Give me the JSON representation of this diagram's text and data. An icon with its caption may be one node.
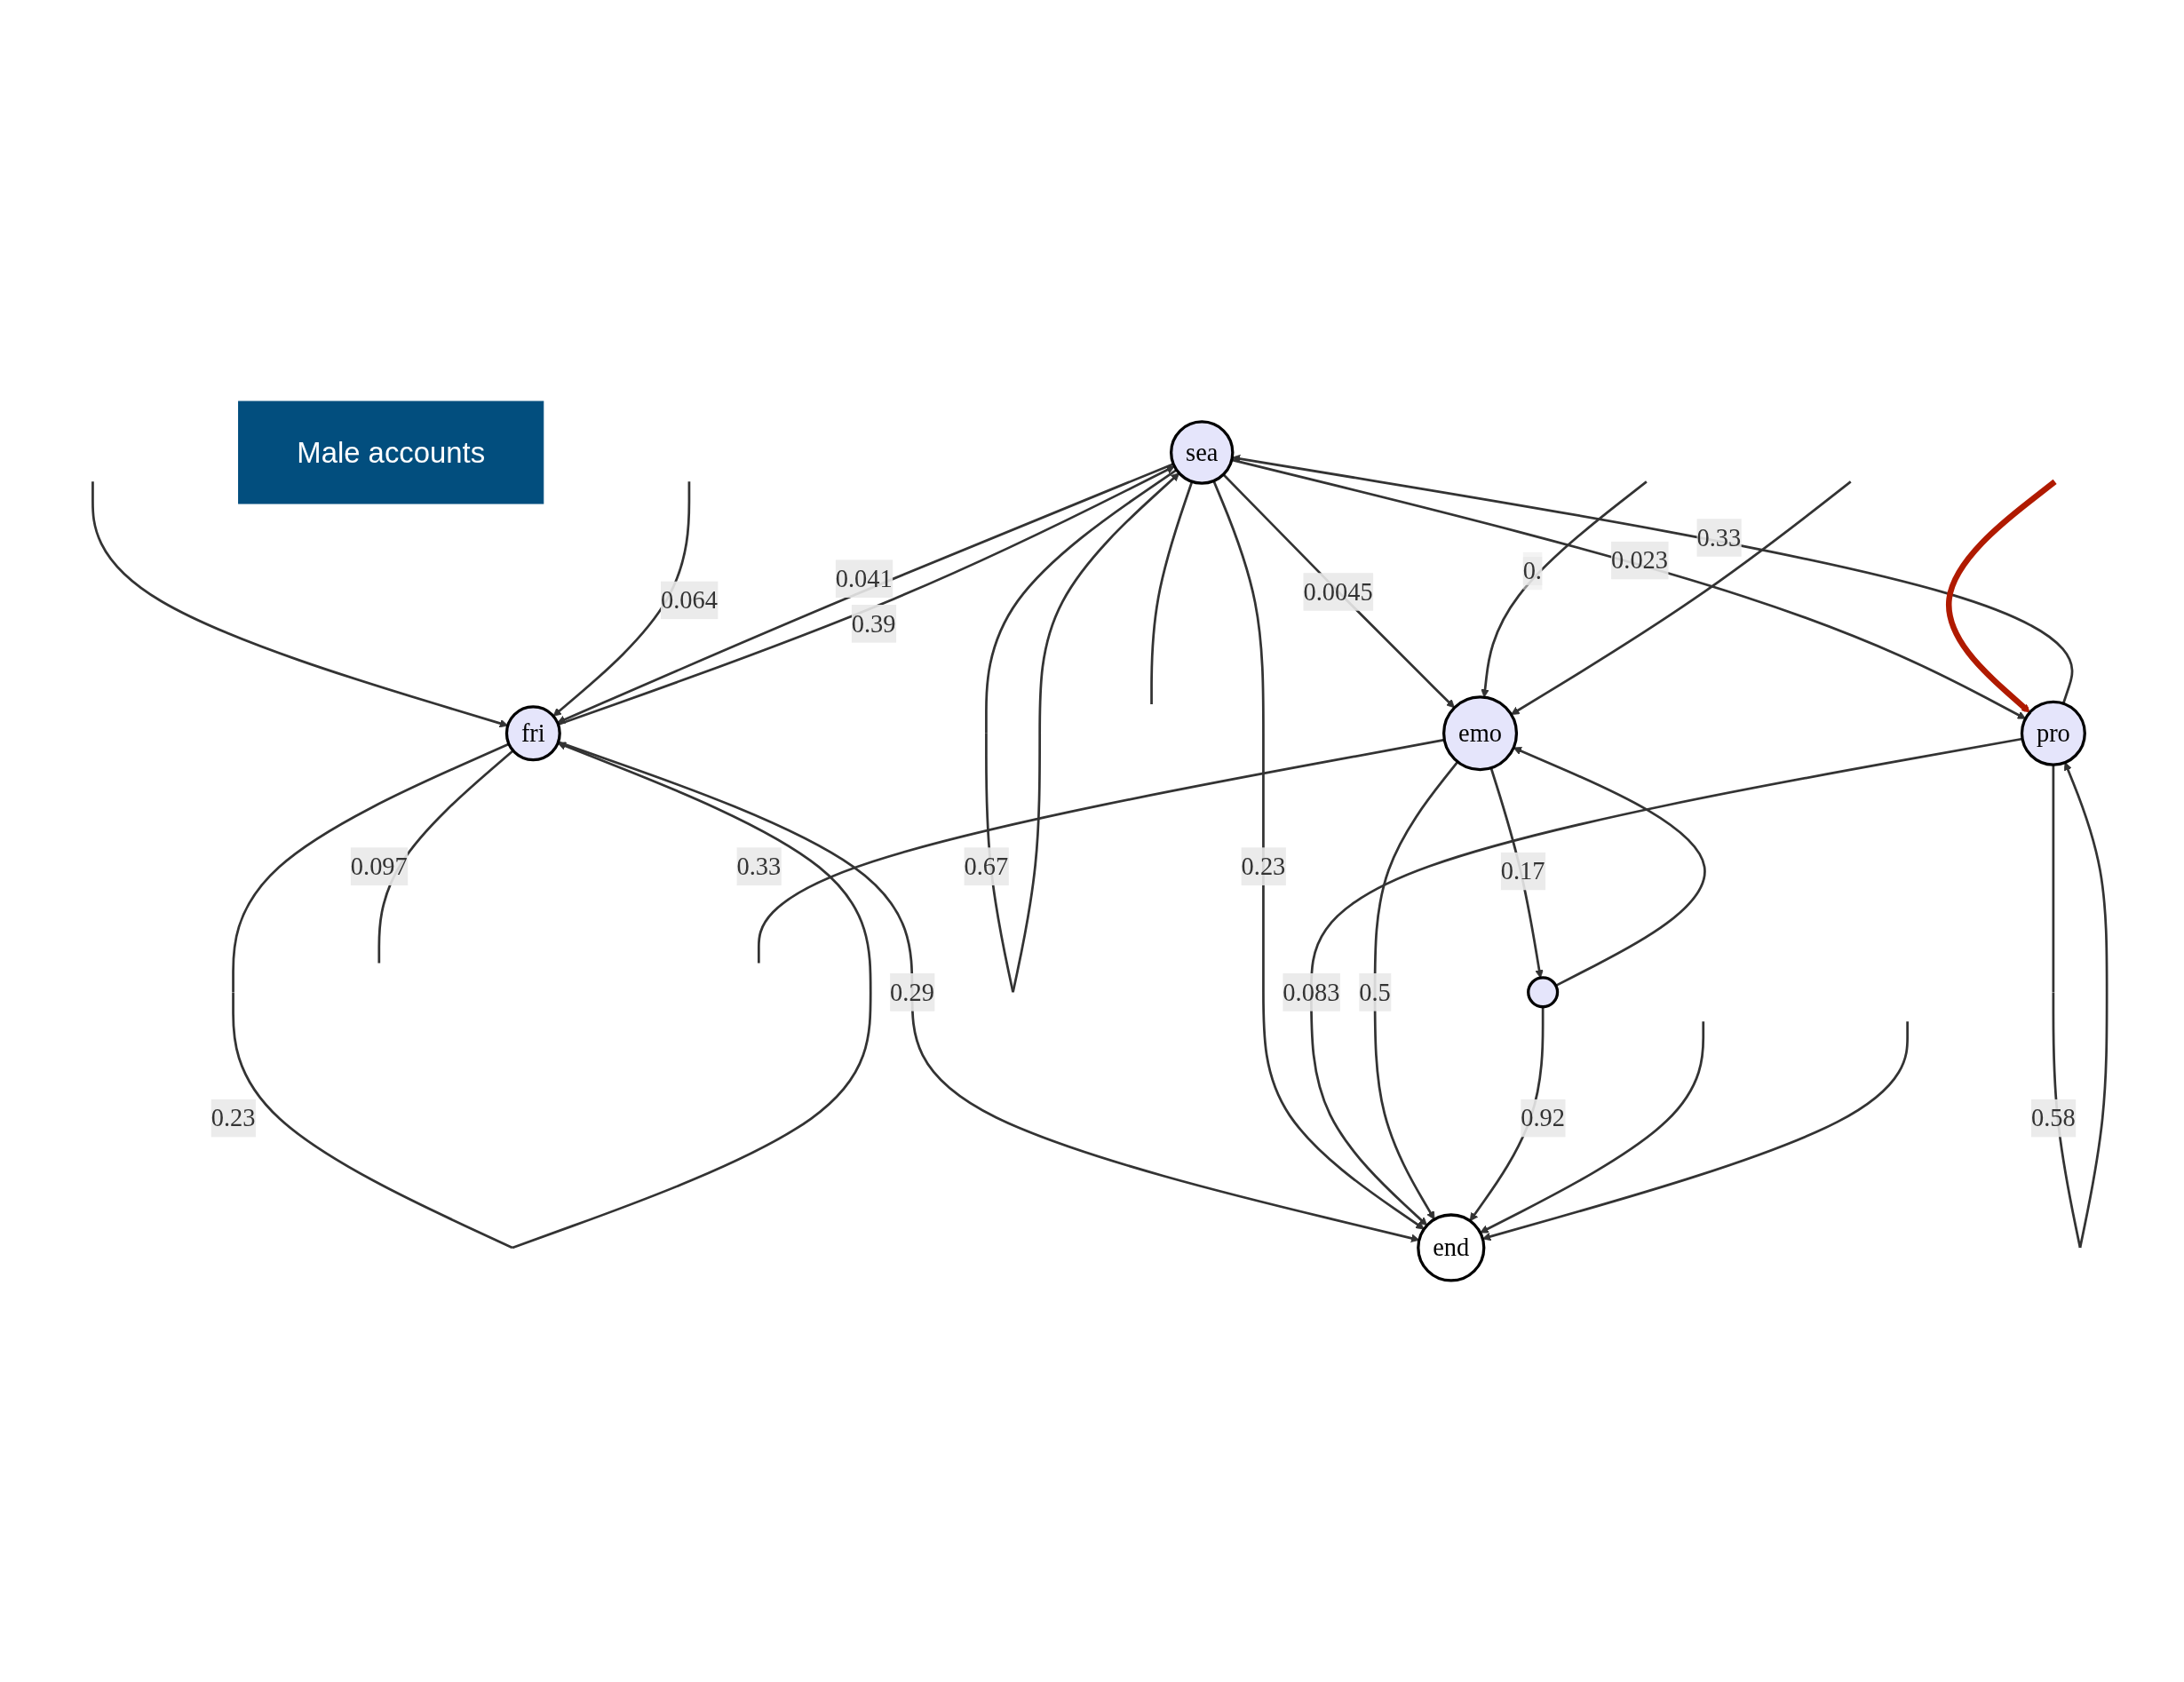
{
  "diagram": {
    "nodes": [
      {
        "text": [
          "sea"
        ]
      },
      {
        "text": [
          "fri"
        ]
      },
      {
        "text": [
          "pro"
        ]
      },
      {
        "text": [
          "emo"
        ]
      },
      {
        "text": [],
        "shape": "circle"
      },
      {
        "text": [
          "end"
        ]
      },
      {
        "text": [
          "Male accounts"
        ]
      }
    ],
    "edges": [
      {
        "from": null,
        "to": 1,
        "arrow": "to"
      },
      {
        "from": 1,
        "to": null,
        "arrow": "none",
        "label": "0.097"
      },
      {
        "from": null,
        "to": 1,
        "arrow": "to",
        "label": "0.064"
      },
      {
        "from": 0,
        "to": 1,
        "arrow": "to",
        "label": "0.041"
      },
      {
        "from": 1,
        "to": 0,
        "arrow": "to",
        "label": "0.39"
      },
      {
        "from": 0,
        "to": 0,
        "arrow": "to",
        "label": "0.67"
      },
      {
        "from": 1,
        "to": 1,
        "arrow": "to",
        "label": "0.23"
      },
      {
        "from": 2,
        "to": 0,
        "arrow": "to",
        "label": "0.33"
      },
      {
        "from": 0,
        "to": 2,
        "arrow": "to",
        "label": "0.023"
      },
      {
        "from": 0,
        "to": 3,
        "arrow": "to",
        "label": "0.0045"
      },
      {
        "from": 2,
        "to": 2,
        "arrow": "to",
        "label": "0.58"
      },
      {
        "from": 0,
        "to": null,
        "arrow": "none"
      },
      {
        "from": 3,
        "to": null,
        "arrow": "none",
        "label": "0.33"
      },
      {
        "from": null,
        "to": 3,
        "arrow": "to",
        "label": "0."
      },
      {
        "from": null,
        "to": 2,
        "arrow": "to",
        "style": "thick",
        "color": "#b01a00"
      },
      {
        "from": 1,
        "to": 5,
        "arrow": "to",
        "label": "0.29"
      },
      {
        "from": 0,
        "to": 5,
        "arrow": "to",
        "label": "0.23"
      },
      {
        "from": 2,
        "to": 5,
        "arrow": "to",
        "label": "0.083"
      },
      {
        "from": 3,
        "to": 5,
        "arrow": "to",
        "label": "0.5"
      },
      {
        "from": 3,
        "to": 4,
        "arrow": "to",
        "label": "0.17"
      },
      {
        "from": 4,
        "to": 3,
        "arrow": "to"
      },
      {
        "from": null,
        "to": 3,
        "arrow": "to"
      },
      {
        "from": 4,
        "to": 5,
        "arrow": "to",
        "label": "0.92"
      },
      {
        "from": null,
        "to": 5,
        "arrow": "to"
      },
      {
        "from": null,
        "to": 5,
        "arrow": "to"
      }
    ]
  }
}
